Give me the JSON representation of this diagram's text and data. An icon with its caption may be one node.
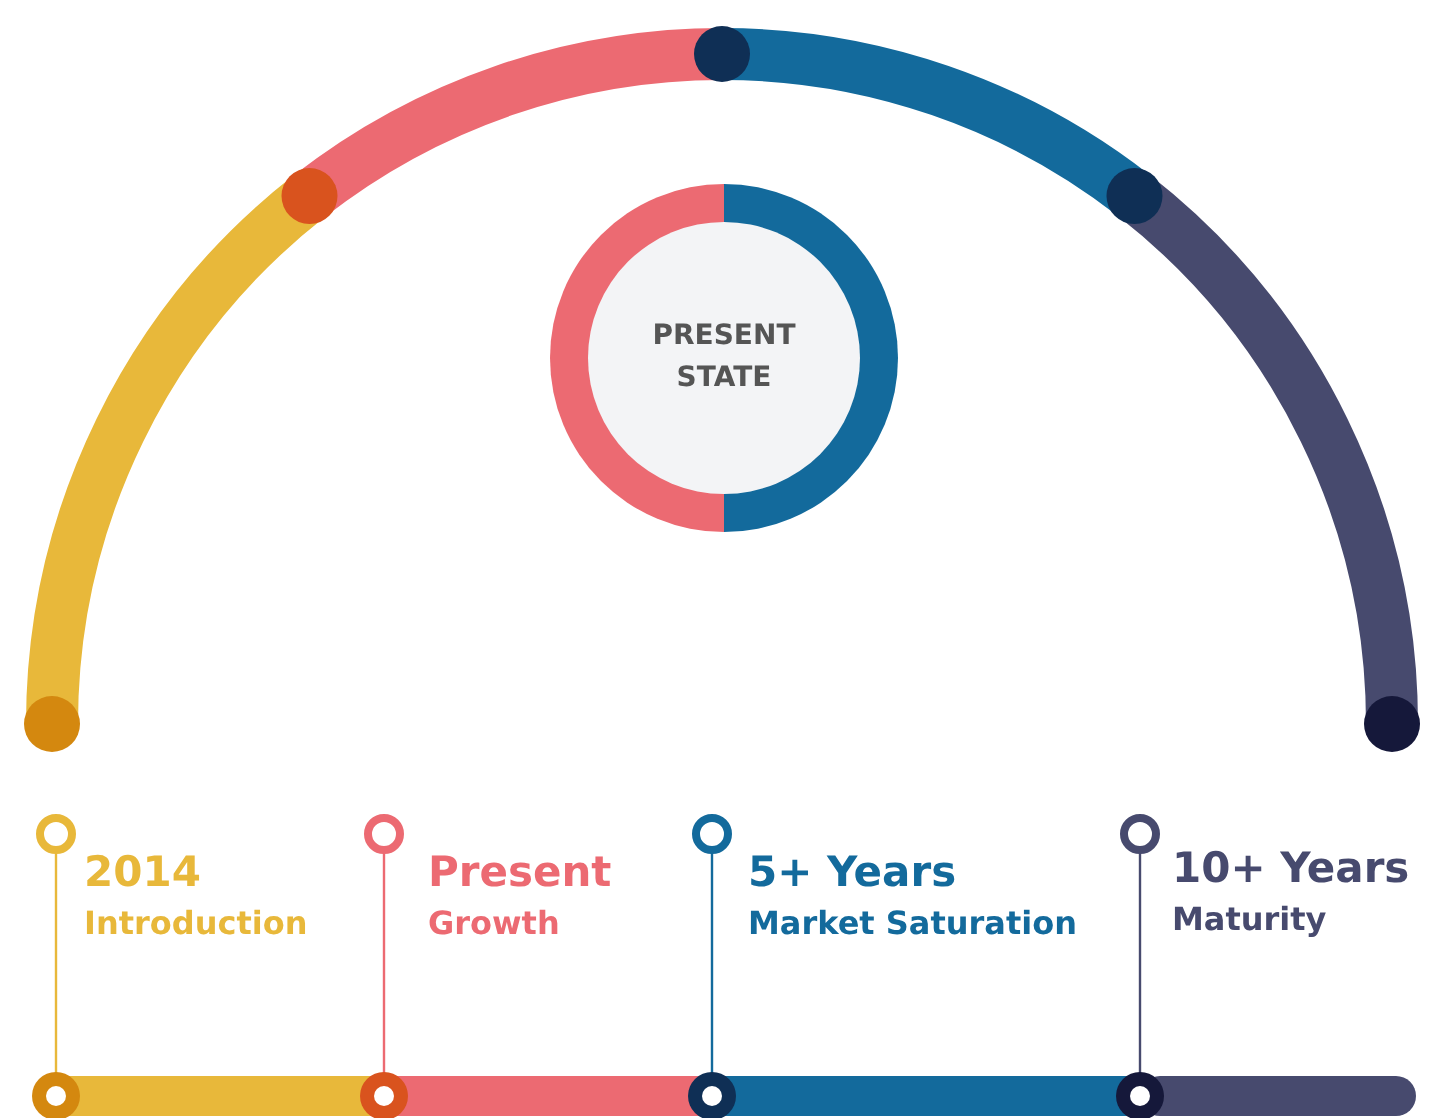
{
  "diagram": {
    "nodes": [
      {
        "text": [
          "PRESENT STATE"
        ]
      },
      {
        "text": [
          "2014",
          "Introduction"
        ]
      },
      {
        "text": [
          "Present",
          "Growth"
        ]
      },
      {
        "text": [
          "5+ Years",
          "Market Saturation"
        ]
      },
      {
        "text": [
          "10+ Years",
          "Maturity"
        ]
      }
    ]
  }
}
